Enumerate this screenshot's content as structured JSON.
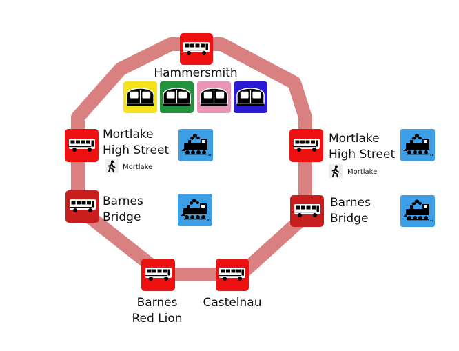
{
  "colors": {
    "route": "#d98080",
    "bus_stop": "#ee1111",
    "bus_stop_dark": "#c81e1e",
    "rail": "#3d9fe6",
    "tube_yellow": "#f5e41d",
    "tube_green": "#23923c",
    "tube_pink": "#e996b6",
    "tube_blue": "#2a1bd2"
  },
  "stops": {
    "hammersmith": {
      "name": "Hammersmith",
      "icon": "bus-icon"
    },
    "mortlake_left": {
      "name_line1": "Mortlake",
      "name_line2": "High Street",
      "walk_label": "Mortlake",
      "icon": "bus-icon"
    },
    "mortlake_right": {
      "name_line1": "Mortlake",
      "name_line2": "High Street",
      "walk_label": "Mortlake",
      "icon": "bus-icon"
    },
    "barnes_bridge_left": {
      "name_line1": "Barnes",
      "name_line2": "Bridge",
      "icon": "bus-icon"
    },
    "barnes_bridge_right": {
      "name_line1": "Barnes",
      "name_line2": "Bridge",
      "icon": "bus-icon"
    },
    "barnes_red_lion": {
      "name_line1": "Barnes",
      "name_line2": "Red Lion",
      "icon": "bus-icon"
    },
    "castelnau": {
      "name": "Castelnau",
      "icon": "bus-icon"
    }
  },
  "tube_lines": [
    {
      "icon": "tube-train-icon",
      "color": "#f5e41d"
    },
    {
      "icon": "tube-train-icon",
      "color": "#23923c"
    },
    {
      "icon": "tube-train-icon",
      "color": "#e996b6"
    },
    {
      "icon": "tube-train-icon",
      "color": "#2a1bd2"
    }
  ],
  "rail_icons": [
    {
      "icon": "steam-train-icon"
    },
    {
      "icon": "steam-train-icon"
    },
    {
      "icon": "steam-train-icon"
    },
    {
      "icon": "steam-train-icon"
    }
  ]
}
